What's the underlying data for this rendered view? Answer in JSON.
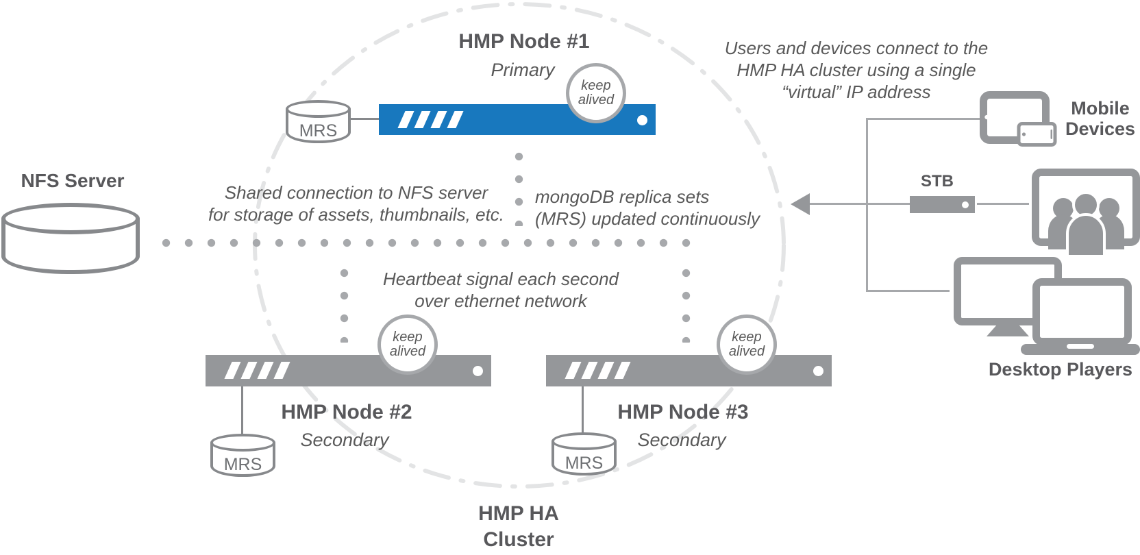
{
  "cluster": {
    "label": "HMP HA\nCluster",
    "nodes": [
      {
        "name": "HMP Node #1",
        "role": "Primary",
        "keepalive": "keep\nalived",
        "mrs_label": "MRS",
        "bar_color": "#1878be"
      },
      {
        "name": "HMP Node #2",
        "role": "Secondary",
        "keepalive": "keep\nalived",
        "mrs_label": "MRS",
        "bar_color": "#95979a"
      },
      {
        "name": "HMP Node #3",
        "role": "Secondary",
        "keepalive": "keep\nalived",
        "mrs_label": "MRS",
        "bar_color": "#95979a"
      }
    ]
  },
  "nfs": {
    "label": "NFS Server"
  },
  "annotations": {
    "shared_nfs": "Shared connection to NFS server\nfor storage of assets, thumbnails, etc.",
    "mongo": "mongoDB replica sets\n(MRS) updated continuously",
    "heartbeat": "Heartbeat signal each second\nover ethernet network",
    "virtual_ip": "Users and devices connect to the\nHMP HA cluster using a single\n“virtual” IP address"
  },
  "clients": {
    "mobile": {
      "label": "Mobile\nDevices",
      "icon": "tablet-and-phone-icon"
    },
    "stb": {
      "label": "STB",
      "icon": "set-top-box-icon"
    },
    "tv": {
      "icon": "tv-with-audience-icon"
    },
    "desktop": {
      "label": "Desktop Players",
      "icon": "monitor-and-laptop-icon"
    }
  },
  "colors": {
    "primary_blue": "#1878be",
    "device_gray": "#95979a",
    "dark_text": "#58585b",
    "dot_gray": "#a7a9ac",
    "dash_circle": "#e3e4e5"
  }
}
